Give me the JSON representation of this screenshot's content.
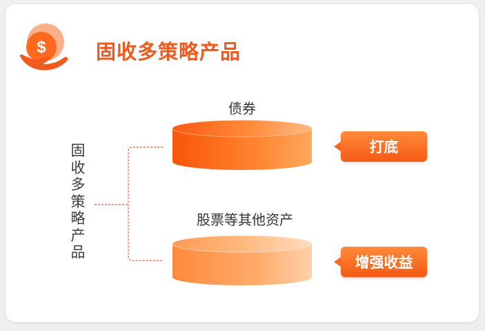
{
  "header": {
    "title": "固收多策略产品",
    "icon": "coin-in-hand-icon"
  },
  "left_label": "固收多策略产品",
  "items": [
    {
      "label": "债券",
      "tag": "打底"
    },
    {
      "label": "股票等其他资产",
      "tag": "增强收益"
    }
  ],
  "colors": {
    "accent": "#f05a1e",
    "cylinder_dark": "#fa5a10",
    "cylinder_light": "#ffbe87",
    "connector": "#e25a3a"
  }
}
